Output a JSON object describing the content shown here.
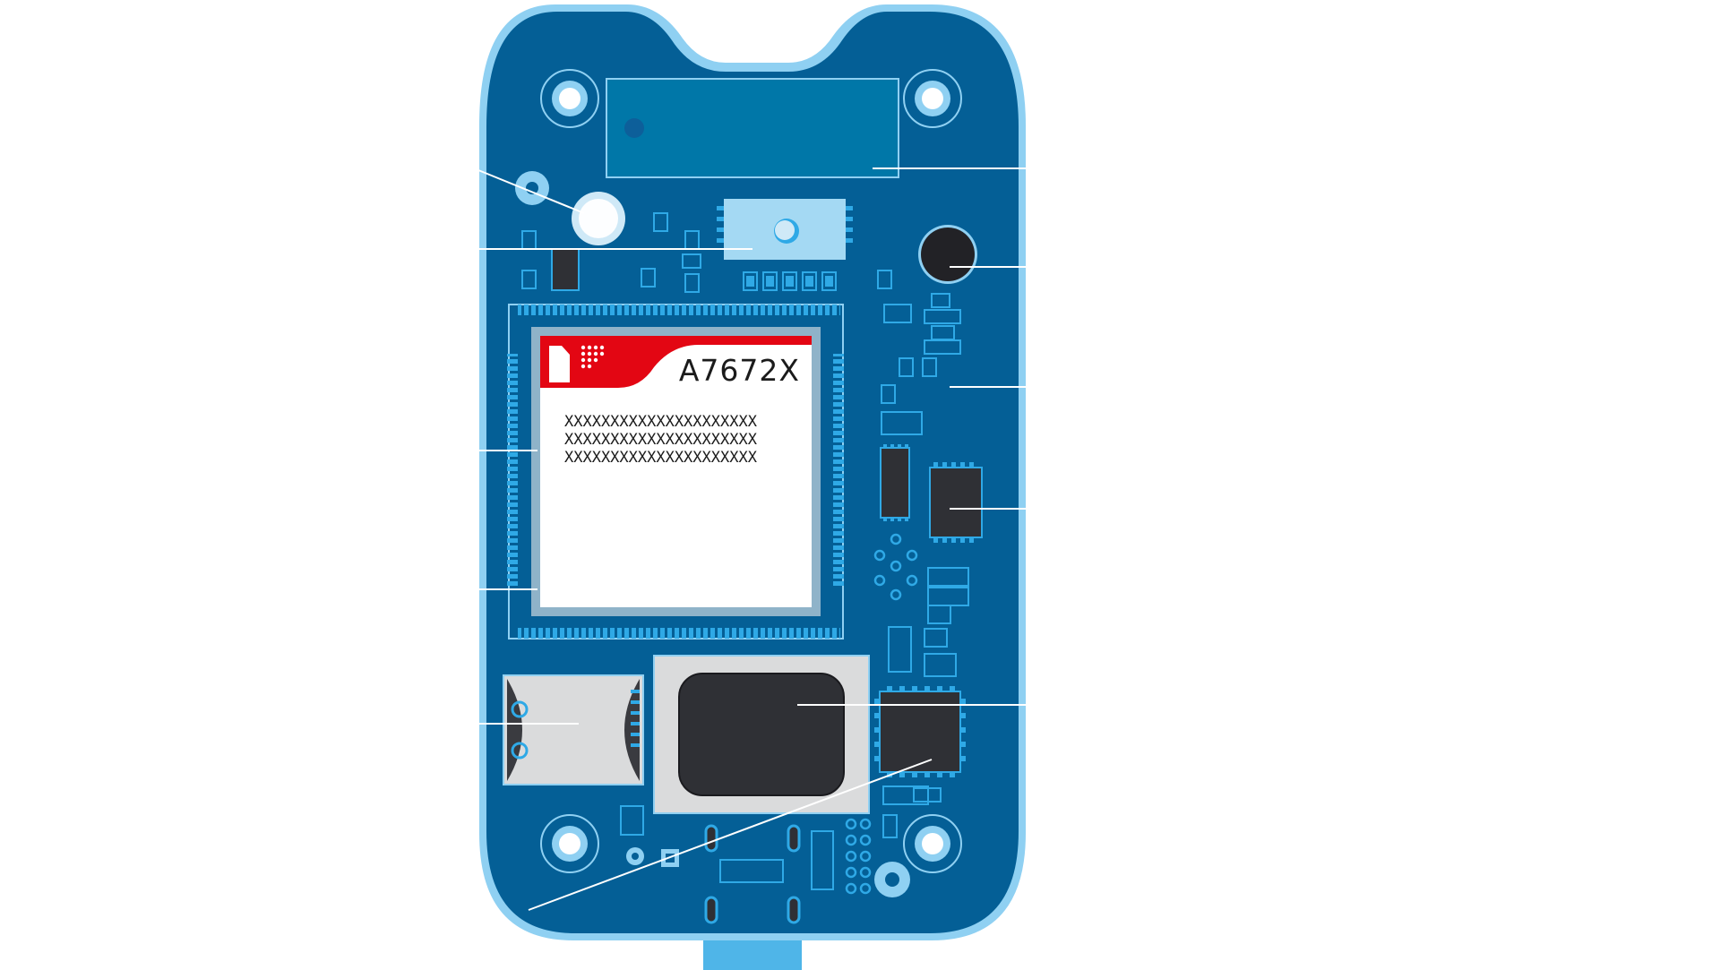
{
  "module": {
    "model": "A7672X",
    "serial_lines": [
      "XXXXXXXXXXXXXXXXXXXXX",
      "XXXXXXXXXXXXXXXXXXXXX",
      "XXXXXXXXXXXXXXXXXXXXX"
    ],
    "brand_color": "#e30613"
  },
  "colors": {
    "board": "#045f96",
    "board_edge": "#8fd0f2",
    "pad": "#2fa9e6",
    "chip": "#2f3035",
    "sim_slot": "#dadbdc",
    "label_line": "#ffffff"
  },
  "icons": {
    "brand_logo": "module-brand-logo",
    "mount_hole": "mount-hole-icon"
  }
}
